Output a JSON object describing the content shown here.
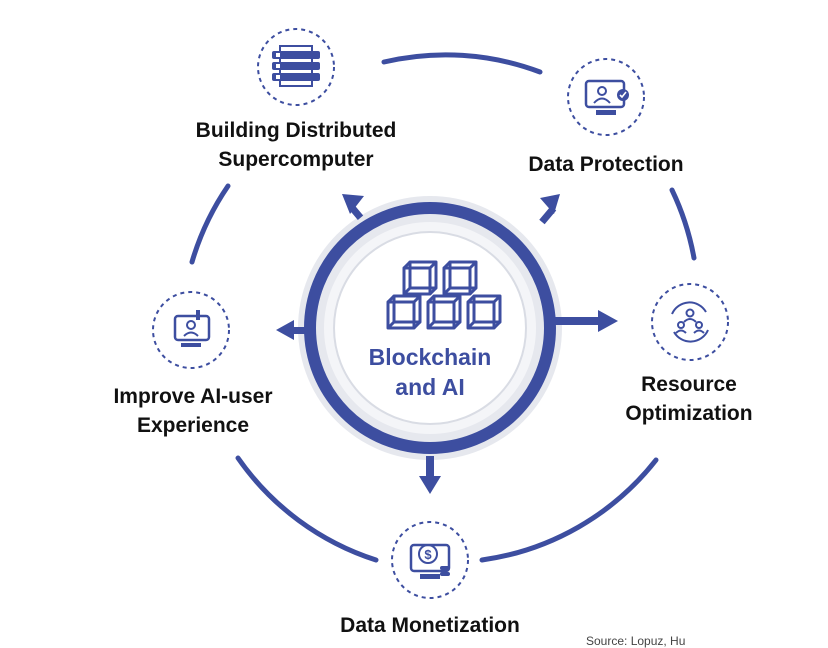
{
  "center": {
    "line1": "Blockchain",
    "line2": "and AI"
  },
  "nodes": [
    {
      "id": "building",
      "line1": "Building Distributed",
      "line2": "Supercomputer",
      "icon": "server-rack-icon"
    },
    {
      "id": "protection",
      "line1": "Data Protection",
      "line2": "",
      "icon": "user-shield-monitor-icon"
    },
    {
      "id": "resource",
      "line1": "Resource",
      "line2": "Optimization",
      "icon": "cycle-users-icon"
    },
    {
      "id": "monetization",
      "line1": "Data Monetization",
      "line2": "",
      "icon": "dollar-monitor-icon"
    },
    {
      "id": "improve",
      "line1": "Improve AI-user",
      "line2": "Experience",
      "icon": "user-monitor-icon"
    }
  ],
  "source_note": "Source: Lopuz, Hu",
  "colors": {
    "accent": "#3d4ea0",
    "text": "#111111",
    "icon_ring": "#3d4ea0"
  }
}
